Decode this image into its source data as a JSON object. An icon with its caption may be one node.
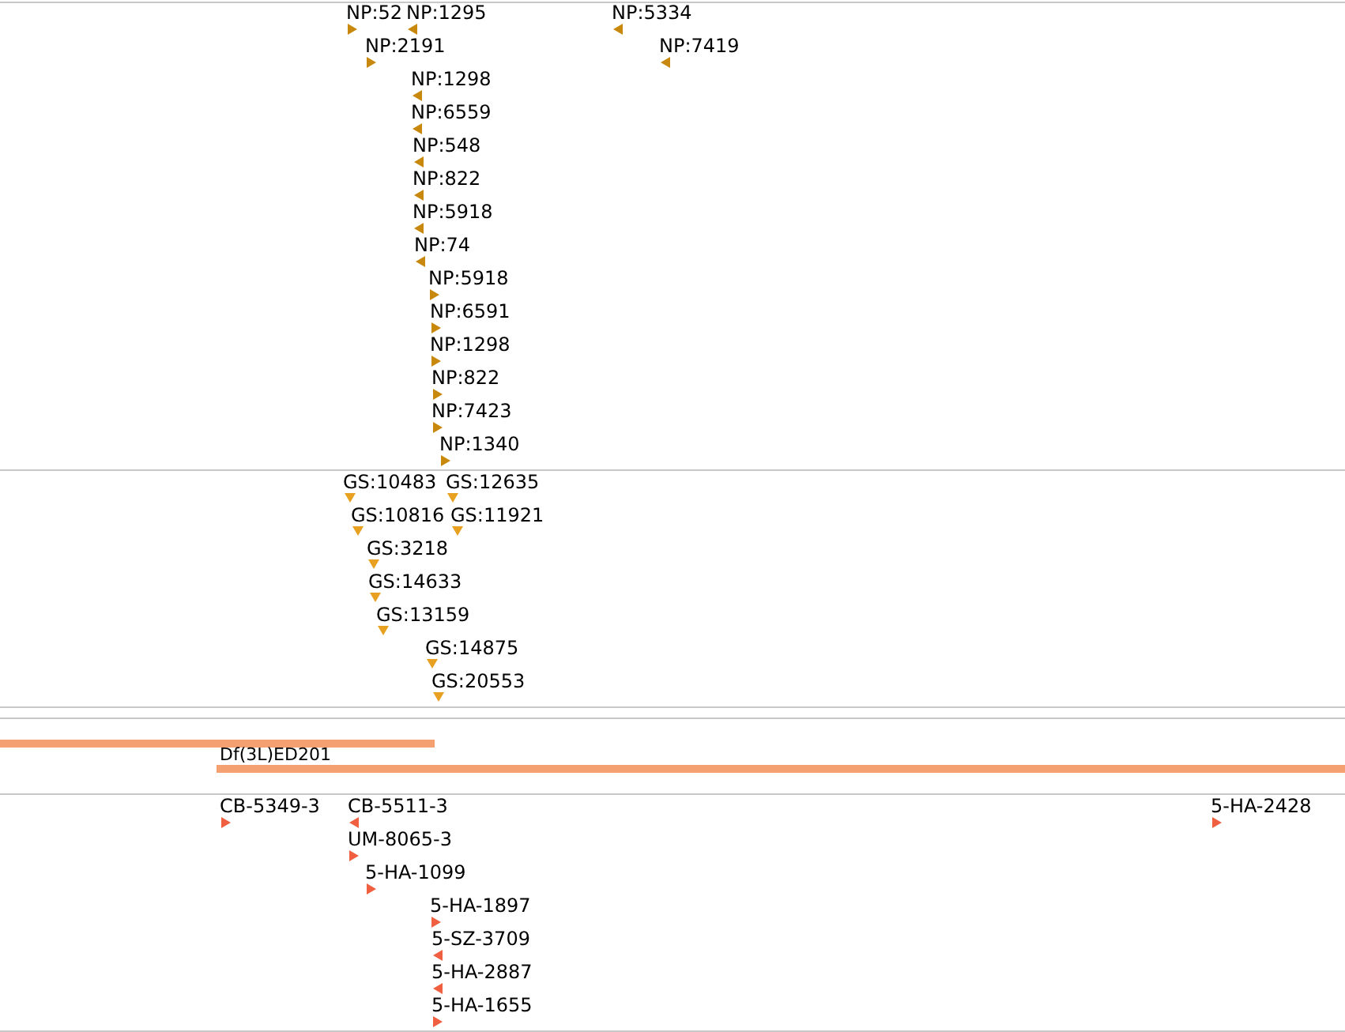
{
  "diagram": {
    "nodes": [
      {
        "text": [],
        "shape": "bar"
      },
      {
        "text": [
          "Df(3L)ED201"
        ]
      }
    ],
    "labels": [
      "NP:52",
      "NP:1295",
      "NP:5334",
      "NP:2191",
      "NP:7419",
      "NP:1298",
      "NP:6559",
      "NP:548",
      "NP:822",
      "NP:5918",
      "NP:74",
      "NP:5918",
      "NP:6591",
      "NP:1298",
      "NP:822",
      "NP:7423",
      "NP:1340",
      "GS:10483",
      "GS:12635",
      "GS:10816",
      "GS:11921",
      "GS:3218",
      "GS:14633",
      "GS:13159",
      "GS:14875",
      "GS:20553",
      "CB-5349-3",
      "CB-5511-3",
      "5-HA-2428",
      "UM-8065-3",
      "5-HA-1099",
      "5-HA-1897",
      "5-SZ-3709",
      "5-HA-2887",
      "5-HA-1655"
    ]
  }
}
